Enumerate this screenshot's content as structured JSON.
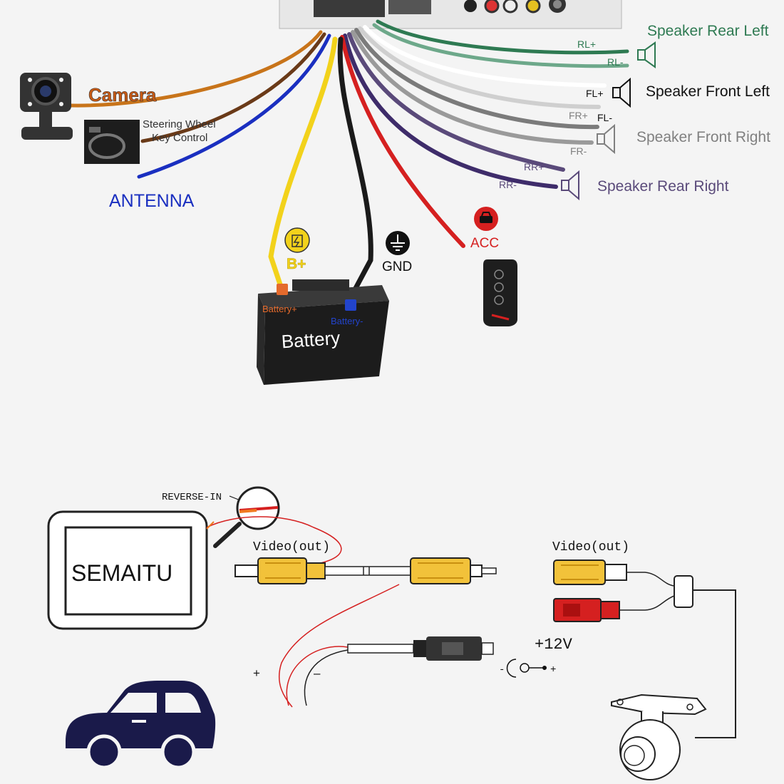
{
  "top": {
    "camera_label": "Camera",
    "steering_label_line1": "Steering Wheel",
    "steering_label_line2": "Key Control",
    "antenna_label": "ANTENNA",
    "bplus_label": "B+",
    "gnd_label": "GND",
    "acc_label": "ACC",
    "battery_label": "Battery",
    "battery_pos_label": "Battery+",
    "battery_neg_label": "Battery-"
  },
  "speakers": {
    "rear_left": {
      "title": "Speaker Rear Left",
      "plus": "RL+",
      "minus": "RL-"
    },
    "front_left": {
      "title": "Speaker Front Left",
      "plus": "FL+",
      "minus": "FL-"
    },
    "front_right": {
      "title": "Speaker Front Right",
      "plus": "FR+",
      "minus": "FR-"
    },
    "rear_right": {
      "title": "Speaker Rear Right",
      "plus": "RR+",
      "minus": "RR-"
    }
  },
  "bottom": {
    "reverse_in_label": "REVERSE-IN",
    "head_unit_brand": "SEMAITU",
    "video_out_left": "Video(out)",
    "video_out_right": "Video(out)",
    "power_label": "+12V",
    "plus_sign": "+",
    "minus_sign": "–",
    "polarity_label": "-○•+"
  },
  "colors": {
    "rear_left": "#2e7a52",
    "front_left": "#111111",
    "front_right": "#808080",
    "rear_right": "#5a4a7a",
    "antenna": "#1a2fc0",
    "camera": "#c85a14",
    "acc": "#d52020",
    "bplus": "#f2d21b"
  }
}
